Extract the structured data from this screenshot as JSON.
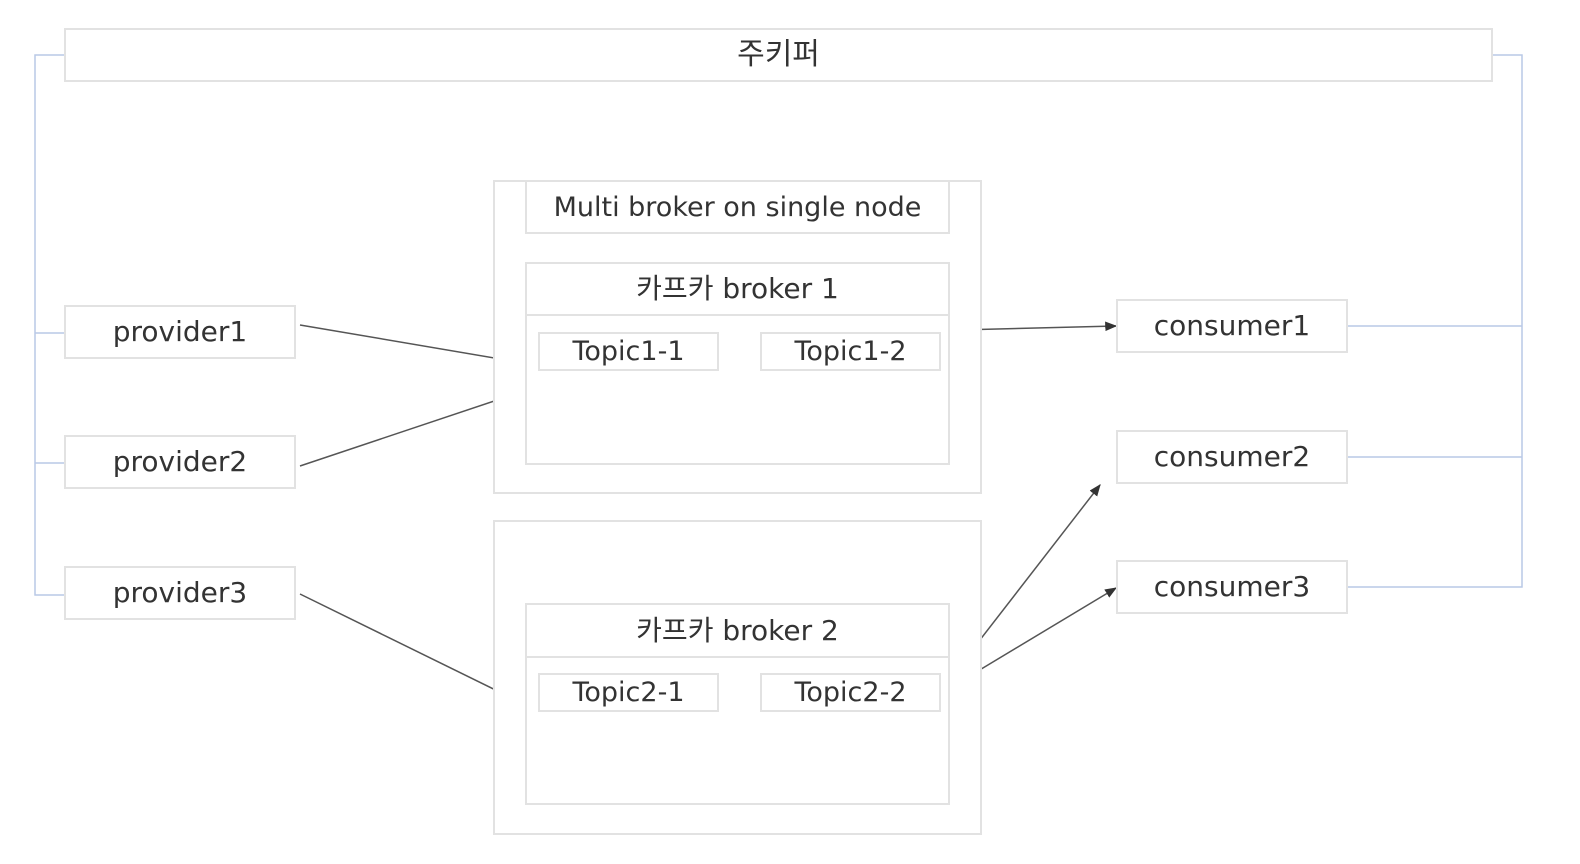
{
  "zookeeper": {
    "label": "주키퍼"
  },
  "cluster": {
    "title": "Multi broker on single node",
    "brokers": [
      {
        "label": "카프카 broker 1",
        "topics": [
          "Topic1-1",
          "Topic1-2"
        ]
      },
      {
        "label": "카프카 broker 2",
        "topics": [
          "Topic2-1",
          "Topic2-2"
        ]
      }
    ]
  },
  "providers": [
    "provider1",
    "provider2",
    "provider3"
  ],
  "consumers": [
    "consumer1",
    "consumer2",
    "consumer3"
  ],
  "colors": {
    "box_border": "#e2e2e2",
    "zookeeper_link": "#b9c9e6",
    "arrow": "#555555",
    "text": "#333333"
  }
}
